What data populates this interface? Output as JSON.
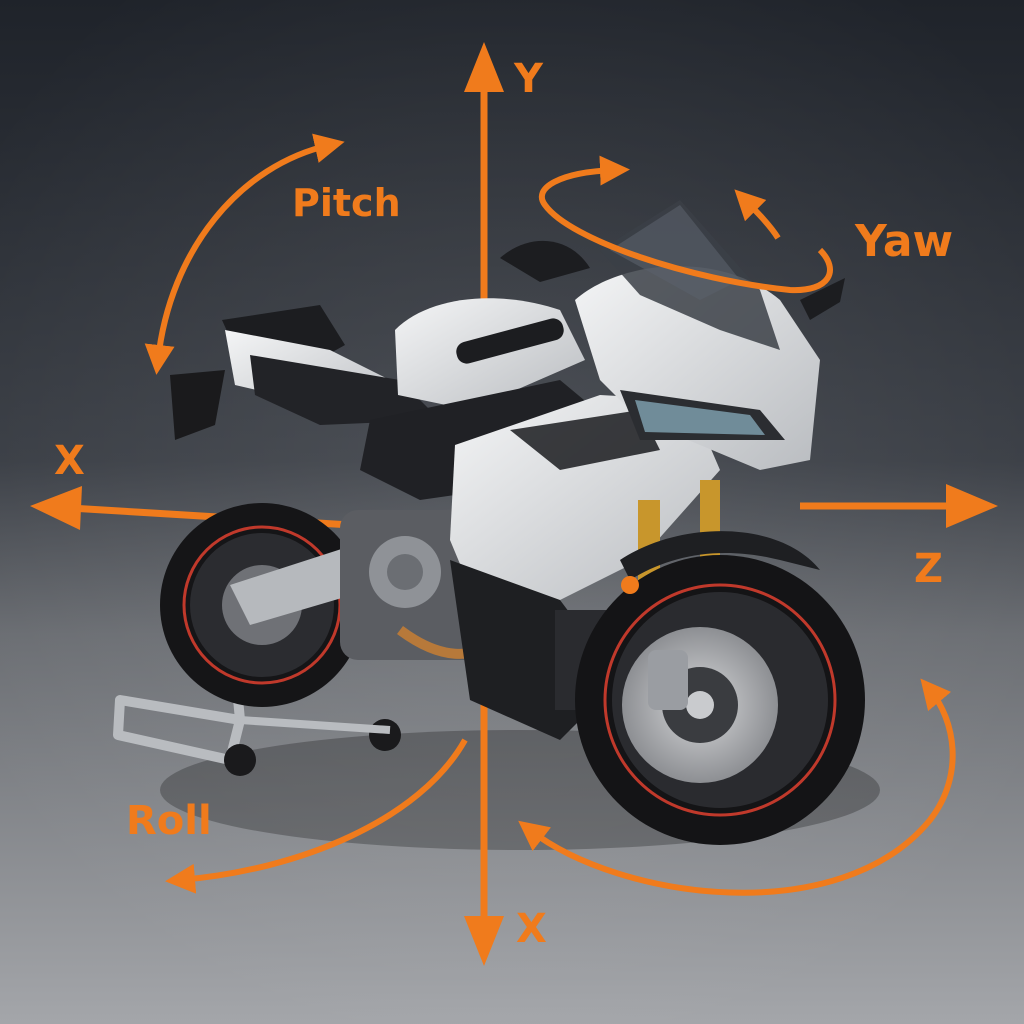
{
  "diagram": {
    "axes": {
      "vertical": {
        "top_label": "Y",
        "bottom_label": "X"
      },
      "lateral": {
        "left_label": "X",
        "right_label": "Z"
      }
    },
    "rotations": {
      "pitch": "Pitch",
      "yaw": "Yaw",
      "roll": "Roll"
    },
    "colors": {
      "accent": "#f07b1c",
      "background_top": "#262a31",
      "background_bottom": "#9a9ca0",
      "fairing": "#e8e9eb",
      "black_parts": "#1c1d20"
    },
    "subject": "motorcycle"
  }
}
